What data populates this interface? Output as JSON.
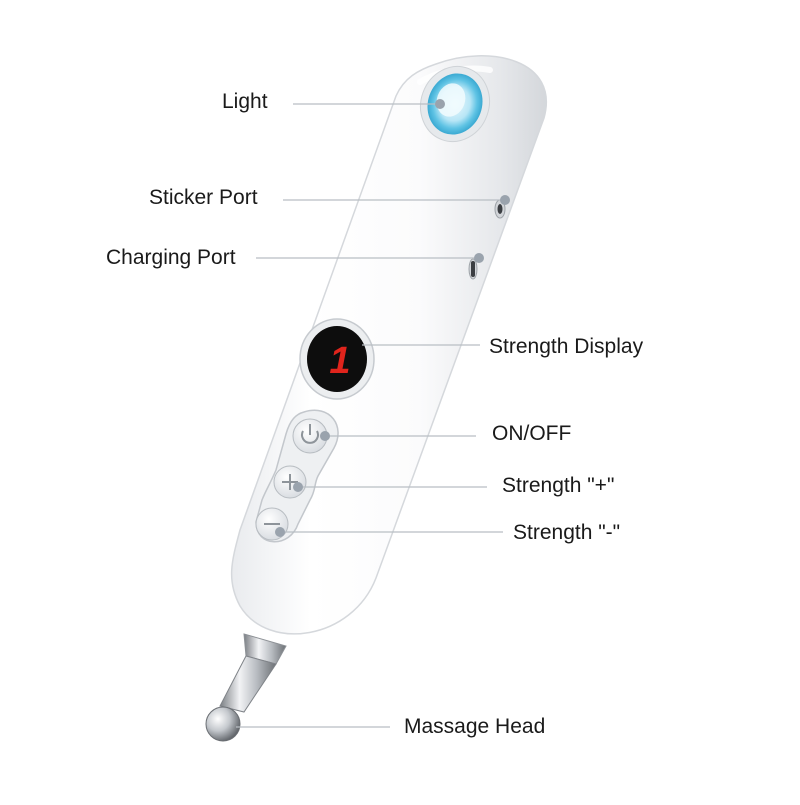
{
  "diagram": {
    "labels": {
      "light": "Light",
      "sticker_port": "Sticker Port",
      "charging_port": "Charging Port",
      "strength_display": "Strength Display",
      "on_off": "ON/OFF",
      "strength_plus": "Strength \"+\"",
      "strength_minus": "Strength \"-\"",
      "massage_head": "Massage Head"
    },
    "display_value": "1",
    "colors": {
      "light_ring": "#5fc3e4",
      "display_bg": "#0d0d0d",
      "display_digit": "#e0241c",
      "body": "#f4f5f7"
    }
  }
}
